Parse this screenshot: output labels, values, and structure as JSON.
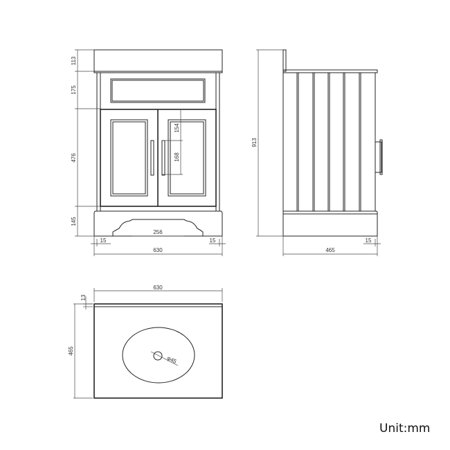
{
  "front_view": {
    "dims": {
      "top": "113",
      "drawer": "175",
      "doors": "476",
      "plinth": "145",
      "overhang_left": "15",
      "overhang_right": "15",
      "width": "630",
      "cutout": "256",
      "handle_offset": "154",
      "handle_length": "168"
    }
  },
  "side_view": {
    "dims": {
      "height": "913",
      "depth": "465",
      "overhang": "15"
    }
  },
  "top_view": {
    "dims": {
      "width": "630",
      "upstand": "13",
      "depth": "465",
      "waste": "φ45"
    }
  },
  "unit_label": "Unit:mm"
}
